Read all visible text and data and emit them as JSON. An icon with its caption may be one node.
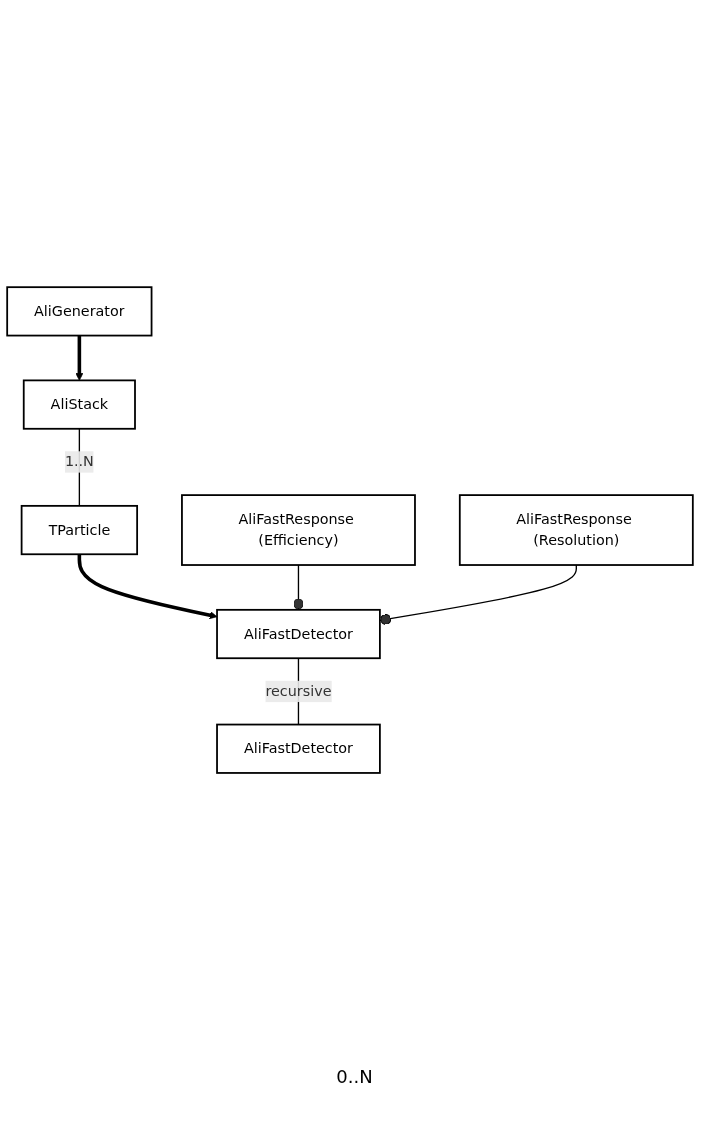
{
  "diagram": {
    "nodes": [
      {
        "text": [
          "AliGenerator"
        ]
      },
      {
        "text": [
          "AliStack"
        ]
      },
      {
        "text": [
          "TParticle"
        ]
      },
      {
        "text": [
          "AliFastDetector"
        ]
      },
      {
        "text": [
          "AliFastDetector"
        ]
      },
      {
        "text": [
          "AliFastResponse (Efficiency)"
        ]
      },
      {
        "text": [
          "AliFastResponse (Resolution)"
        ]
      }
    ],
    "edges": [
      {
        "from": 0,
        "to": 1,
        "arrow": "to",
        "style": "thick"
      },
      {
        "from": 1,
        "to": 2,
        "arrow": "none",
        "label": "1..N"
      },
      {
        "from": 2,
        "to": 3,
        "arrow": "to",
        "style": "thick"
      },
      {
        "from": 3,
        "to": 4,
        "arrow": "none",
        "label": "recursive"
      },
      {
        "from": 5,
        "to": 3,
        "arrow": "other"
      },
      {
        "from": 6,
        "to": 3,
        "arrow": "other"
      }
    ],
    "labels": [
      "0..N"
    ]
  }
}
